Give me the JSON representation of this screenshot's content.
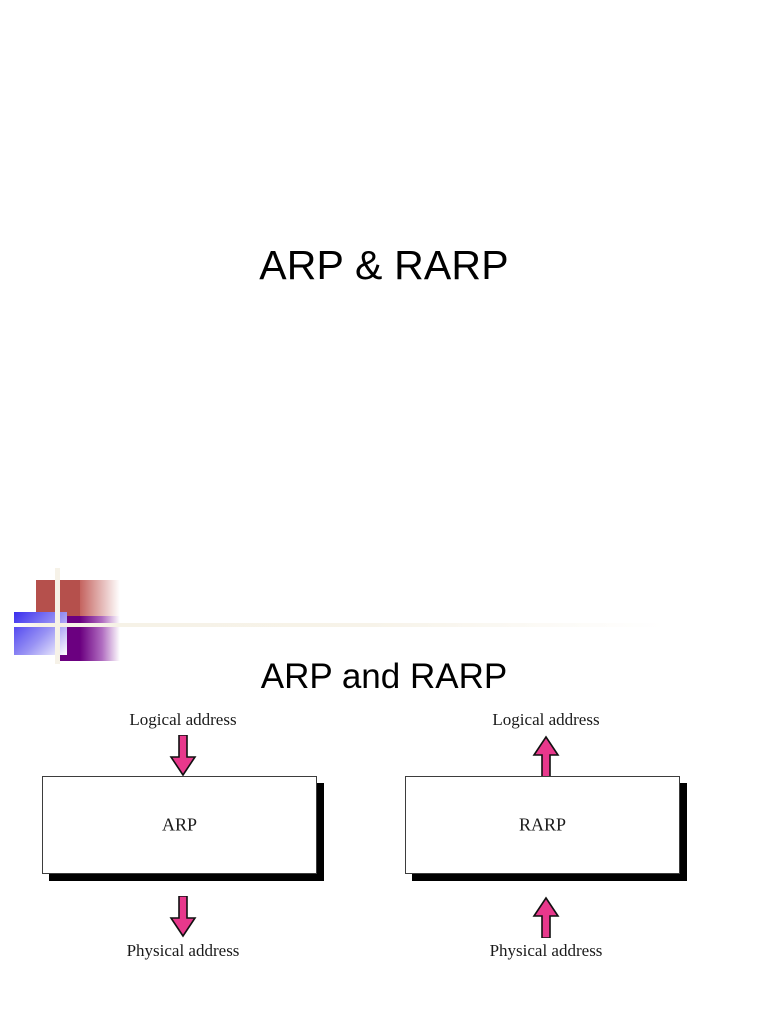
{
  "slide_one": {
    "title": "ARP & RARP"
  },
  "slide_two": {
    "title": "ARP and RARP",
    "logo": {
      "red_color": "#b5504c",
      "blue_color": "#3a2eee",
      "purple_color": "#6b0080",
      "bar_color": "#f6f2e8"
    },
    "diagrams": [
      {
        "id": "arp",
        "box_label": "ARP",
        "top_label": "Logical address",
        "bottom_label": "Physical address",
        "top_arrow_direction": "down",
        "bottom_arrow_direction": "down",
        "arrow_color": "#e8388c",
        "arrow_outline_color": "#111111",
        "box_border_color": "#3d3d3d",
        "box_shadow_color": "#000000"
      },
      {
        "id": "rarp",
        "box_label": "RARP",
        "top_label": "Logical address",
        "bottom_label": "Physical address",
        "top_arrow_direction": "up",
        "bottom_arrow_direction": "up",
        "arrow_color": "#e8388c",
        "arrow_outline_color": "#111111",
        "box_border_color": "#3d3d3d",
        "box_shadow_color": "#000000"
      }
    ]
  }
}
